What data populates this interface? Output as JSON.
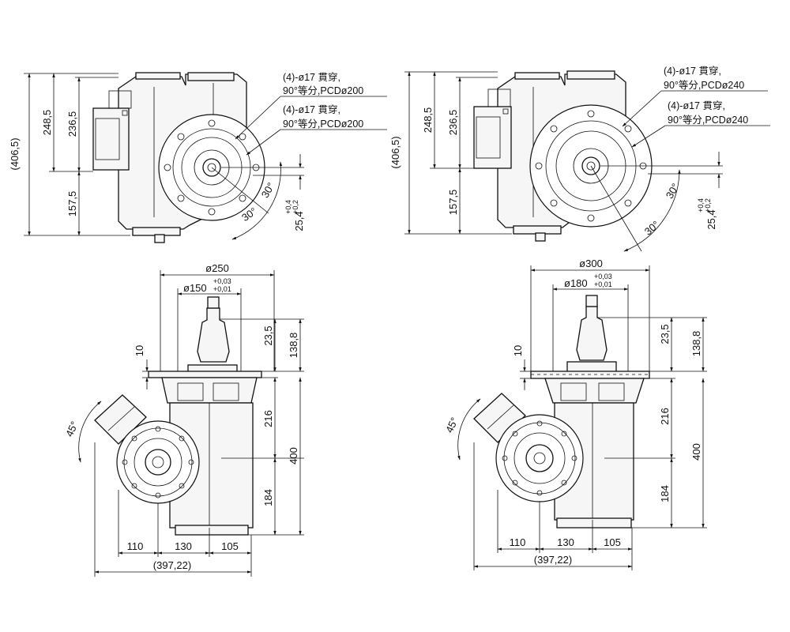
{
  "colors": {
    "line": "#111111",
    "body_fill": "#f6f6f6",
    "background": "#ffffff"
  },
  "views": {
    "top_left": {
      "dims": {
        "total": "(406,5)",
        "upper": "248,5",
        "mid": "236,5",
        "lower": "157,5",
        "offset": "25,4",
        "tol_plus": "+0,4",
        "tol_minus": "+0,2",
        "angle1": "30°",
        "angle2": "30°"
      },
      "callout1": {
        "line1": "(4)-ø17 貫穿,",
        "line2": "90°等分,PCDø200"
      },
      "callout2": {
        "line1": "(4)-ø17 貫穿,",
        "line2": "90°等分,PCDø200"
      }
    },
    "top_right": {
      "dims": {
        "total": "(406,5)",
        "upper": "248,5",
        "mid": "236,5",
        "lower": "157,5",
        "offset": "25,4",
        "tol_plus": "+0,4",
        "tol_minus": "+0,2",
        "angle1": "30°",
        "angle2": "30°"
      },
      "callout1": {
        "line1": "(4)-ø17 貫穿,",
        "line2": "90°等分,PCDø240"
      },
      "callout2": {
        "line1": "(4)-ø17 貫穿,",
        "line2": "90°等分,PCDø240"
      }
    },
    "bottom_left": {
      "dims": {
        "flange_dia": "ø250",
        "bore_dia": "ø150",
        "bore_tol_plus": "+0,03",
        "bore_tol_minus": "+0,01",
        "d10": "10",
        "d23": "23,5",
        "d138": "138,8",
        "d216": "216",
        "d400": "400",
        "d184": "184",
        "w110": "110",
        "w130": "130",
        "w105": "105",
        "total_w": "(397,22)",
        "angle": "45°"
      }
    },
    "bottom_right": {
      "dims": {
        "flange_dia": "ø300",
        "bore_dia": "ø180",
        "bore_tol_plus": "+0,03",
        "bore_tol_minus": "+0,01",
        "d10": "10",
        "d23": "23,5",
        "d138": "138,8",
        "d216": "216",
        "d400": "400",
        "d184": "184",
        "w110": "110",
        "w130": "130",
        "w105": "105",
        "total_w": "(397,22)",
        "angle": "45°"
      }
    }
  }
}
